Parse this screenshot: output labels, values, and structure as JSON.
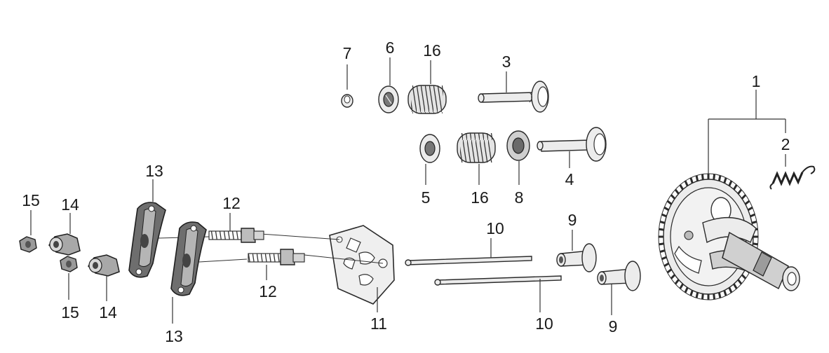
{
  "diagram": {
    "callouts": {
      "c1": "1",
      "c2": "2",
      "c3": "3",
      "c4": "4",
      "c5": "5",
      "c6": "6",
      "c7": "7",
      "c8": "8",
      "c9a": "9",
      "c9b": "9",
      "c10a": "10",
      "c10b": "10",
      "c11": "11",
      "c12a": "12",
      "c12b": "12",
      "c13a": "13",
      "c13b": "13",
      "c14a": "14",
      "c14b": "14",
      "c15a": "15",
      "c15b": "15",
      "c16a": "16",
      "c16b": "16"
    }
  }
}
